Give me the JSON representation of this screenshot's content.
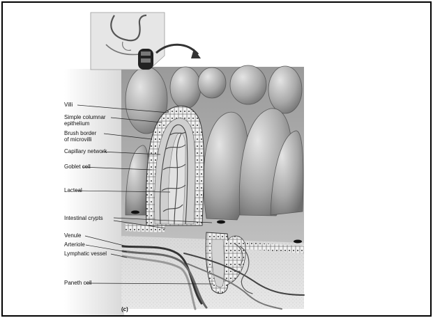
{
  "labels": {
    "villi": "Villi",
    "simple_columnar": "Simple columnar\nepithelium",
    "brush_border": "Brush border\nof microvilli",
    "capillary_network": "Capillary network",
    "goblet_cell": "Goblet cell",
    "lacteal": "Lacteal",
    "intestinal_crypts": "Intestinal crypts",
    "venule": "Venule",
    "arteriole": "Arteriole",
    "lymphatic_vessel": "Lymphatic vessel",
    "paneth_cell": "Paneth cell"
  },
  "panel_label": "(c)"
}
